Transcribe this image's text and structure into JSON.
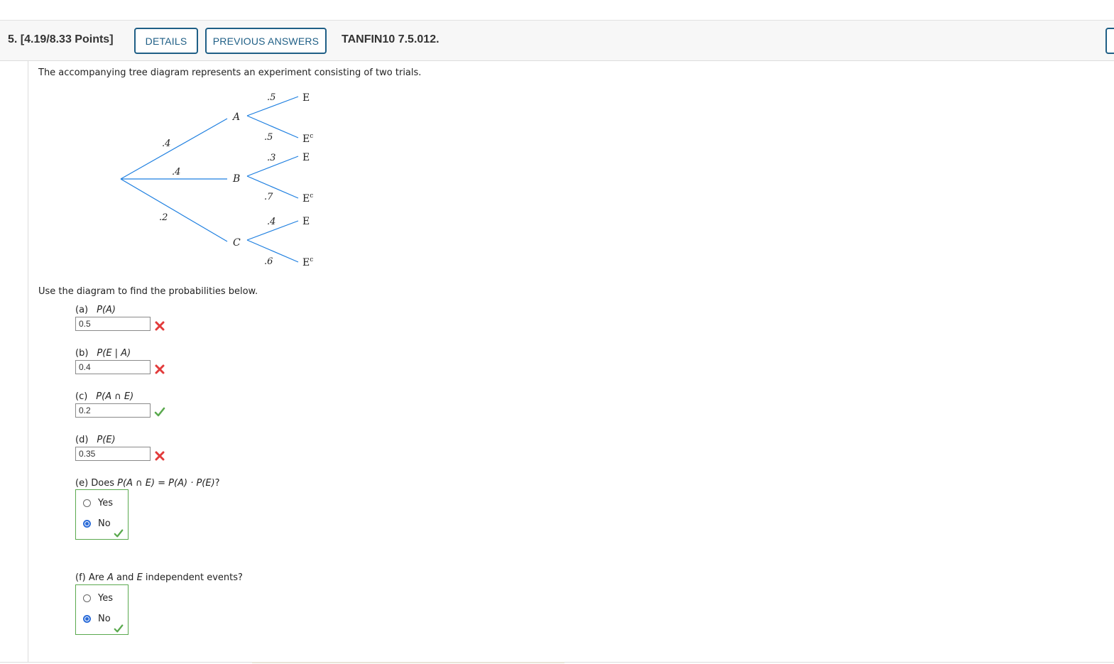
{
  "header": {
    "question_number": "5.",
    "points": "[4.19/8.33 Points]",
    "details_label": "DETAILS",
    "previous_answers_label": "PREVIOUS ANSWERS",
    "question_code": "TANFIN10 7.5.012."
  },
  "intro_text": "The accompanying tree diagram represents an experiment consisting of two trials.",
  "tree": {
    "branch_probs": {
      "A": ".4",
      "B": ".4",
      "C": ".2"
    },
    "nodes": {
      "A": "A",
      "B": "B",
      "C": "C"
    },
    "sub_probs": {
      "A_E": ".5",
      "A_Ec": ".5",
      "B_E": ".3",
      "B_Ec": ".7",
      "C_E": ".4",
      "C_Ec": ".6"
    },
    "outcome_E": "E",
    "outcome_Ec_base": "E",
    "outcome_Ec_sup": "c"
  },
  "instructions": "Use the diagram to find the probabilities below.",
  "parts": [
    {
      "label": "(a)",
      "expr": "P(A)",
      "answer": "0.5",
      "status": "incorrect"
    },
    {
      "label": "(b)",
      "expr": "P(E | A)",
      "answer": "0.4",
      "status": "incorrect"
    },
    {
      "label": "(c)",
      "expr": "P(A ∩ E)",
      "answer": "0.2",
      "status": "correct"
    },
    {
      "label": "(d)",
      "expr": "P(E)",
      "answer": "0.35",
      "status": "incorrect"
    }
  ],
  "part_e": {
    "prefix": "(e) Does ",
    "expr": "P(A ∩ E) = P(A) · P(E)",
    "suffix": "?",
    "options": [
      "Yes",
      "No"
    ],
    "selected": "No",
    "status": "correct"
  },
  "part_f": {
    "prefix": "(f) Are ",
    "var1": "A",
    "middle": " and ",
    "var2": "E",
    "suffix": " independent events?",
    "options": [
      "Yes",
      "No"
    ],
    "selected": "No",
    "status": "correct"
  },
  "colors": {
    "accent": "#1f5f86",
    "branch": "#1e7fe0",
    "incorrect": "#e23b3b",
    "correct": "#5aa94e",
    "radio": "#2a6bd8"
  }
}
